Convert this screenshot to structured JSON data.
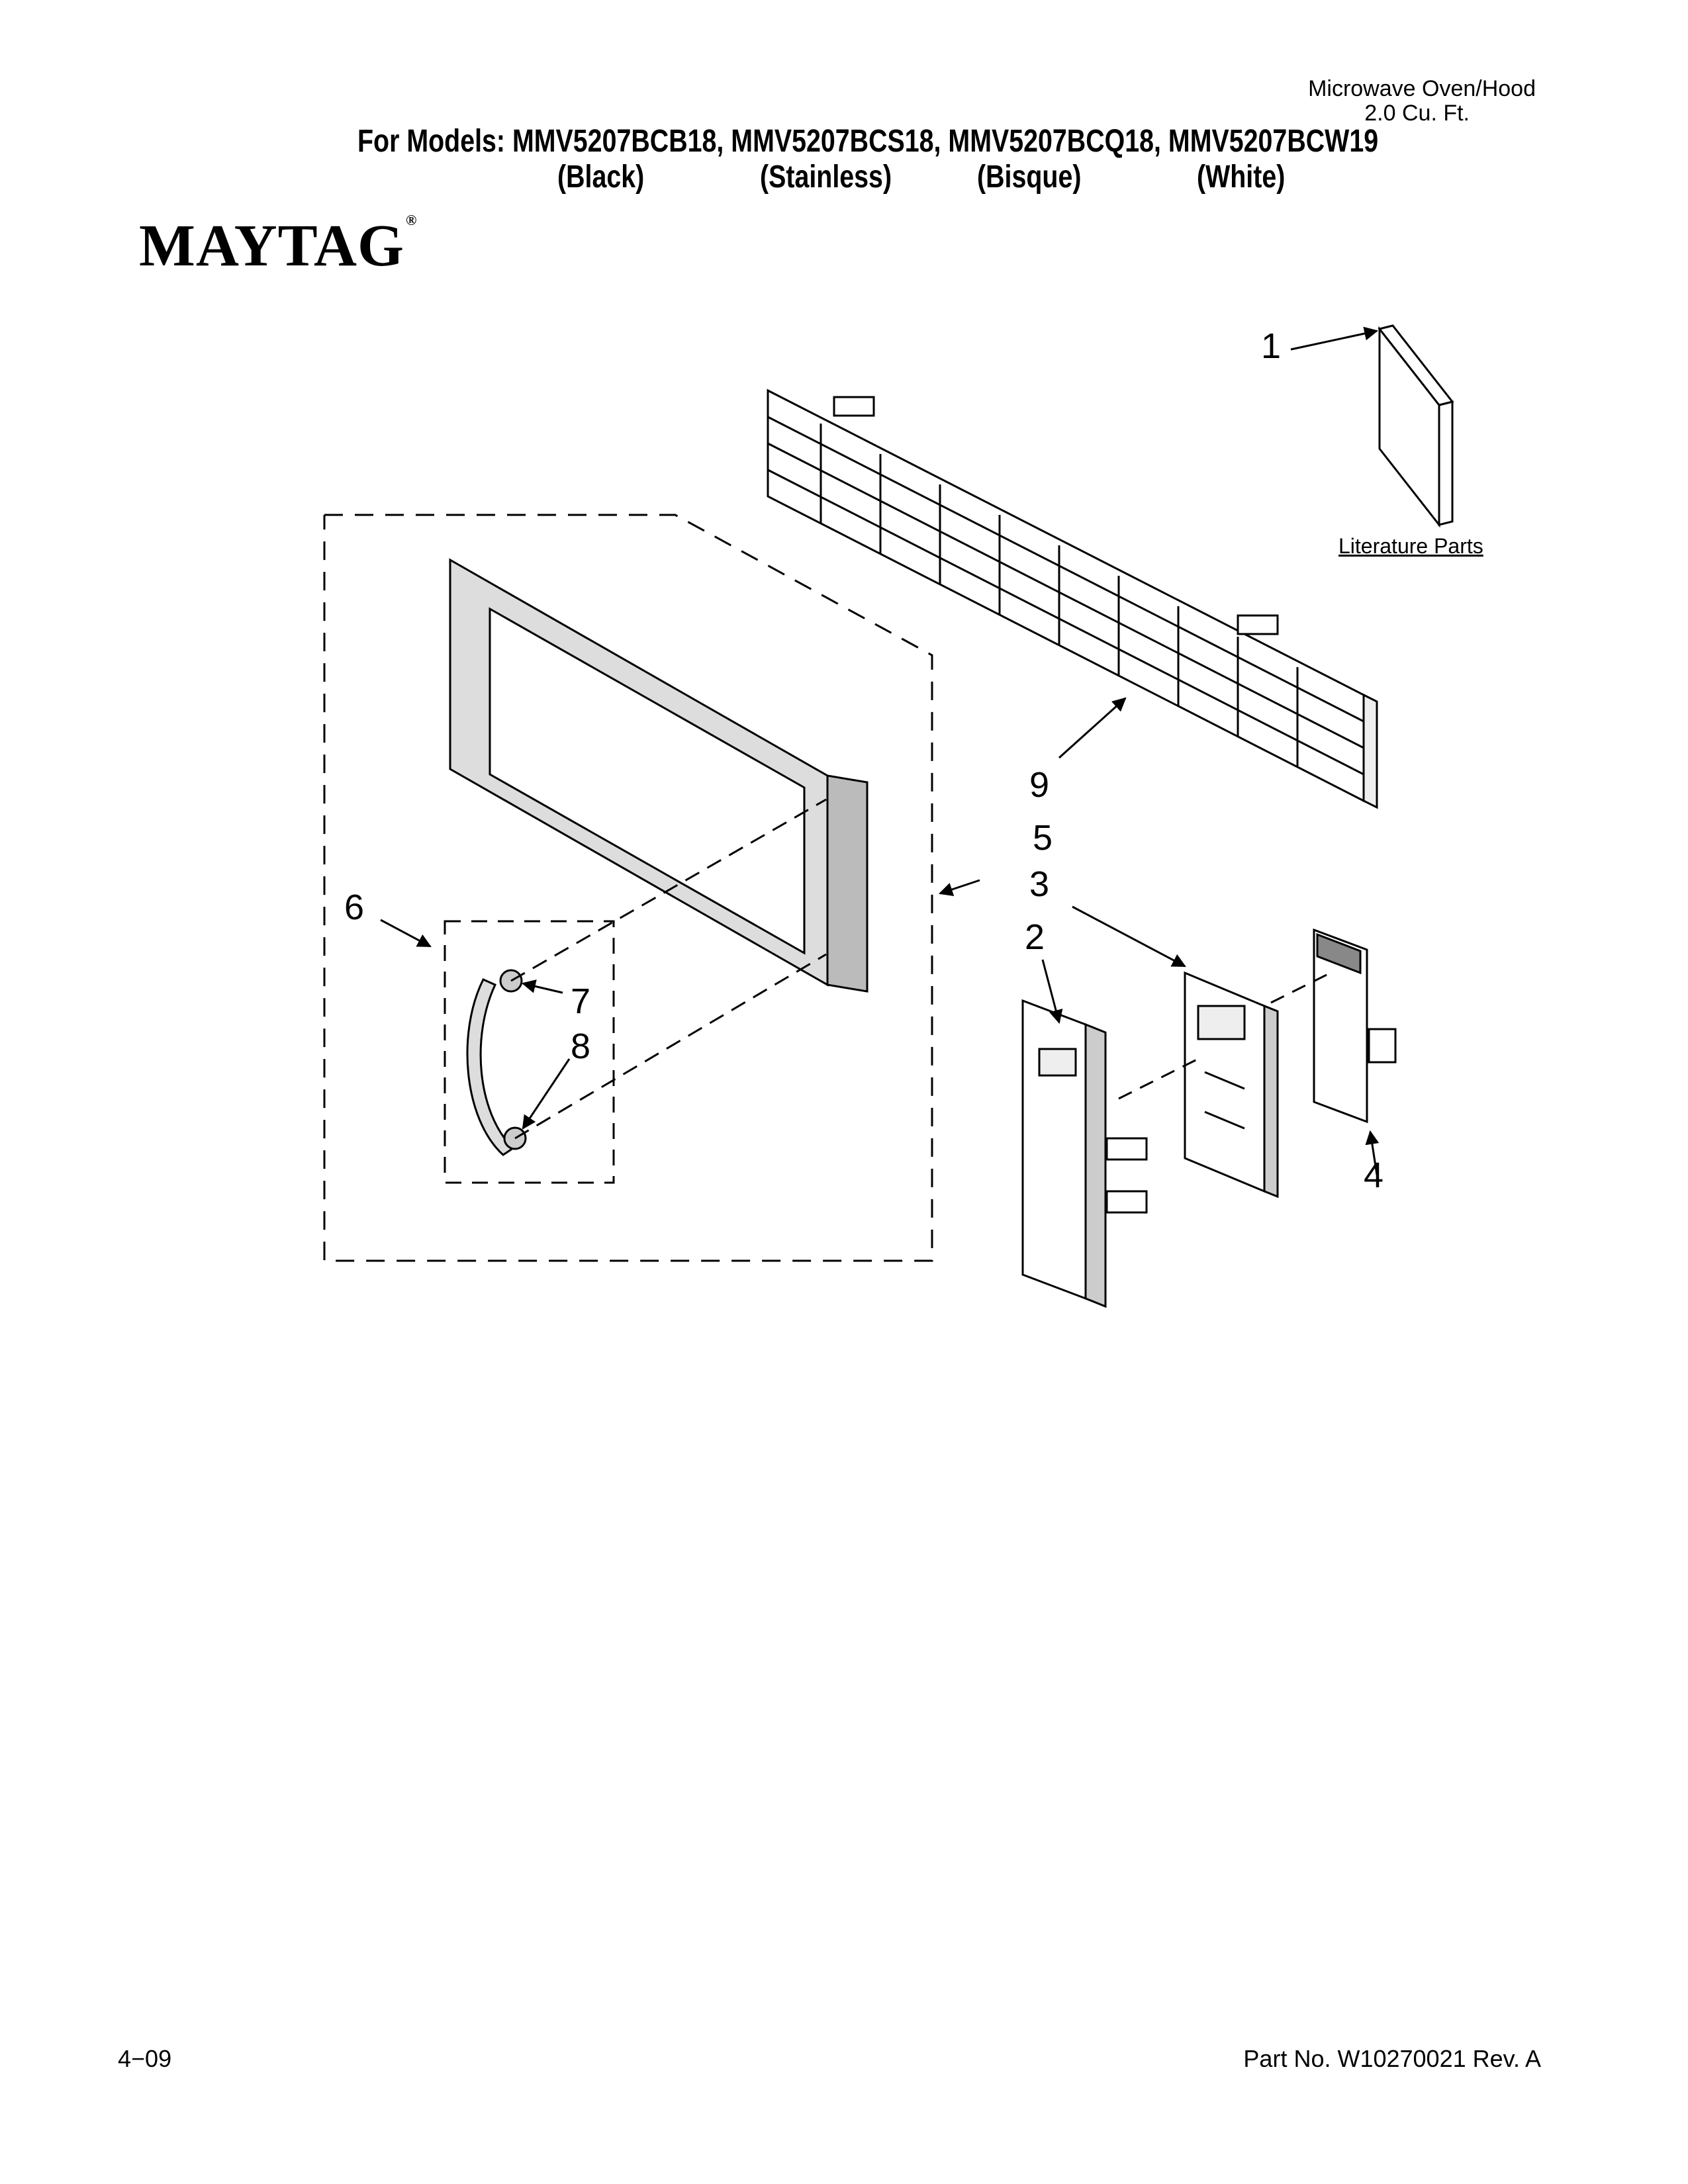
{
  "header": {
    "product_line1": "Microwave Oven/Hood",
    "product_line2": "2.0 Cu. Ft.",
    "models_line": "For Models: MMV5207BCB18, MMV5207BCS18, MMV5207BCQ18, MMV5207BCW19",
    "colors": [
      "(Black)",
      "(Stainless)",
      "(Bisque)",
      "(White)"
    ],
    "brand": "MAYTAG",
    "brand_mark": "®"
  },
  "diagram": {
    "callouts": [
      "1",
      "9",
      "5",
      "3",
      "6",
      "2",
      "7",
      "8",
      "4"
    ],
    "literature_label": "Literature Parts"
  },
  "footer": {
    "date": "4−09",
    "part_number": "Part No. W10270021 Rev. A"
  }
}
